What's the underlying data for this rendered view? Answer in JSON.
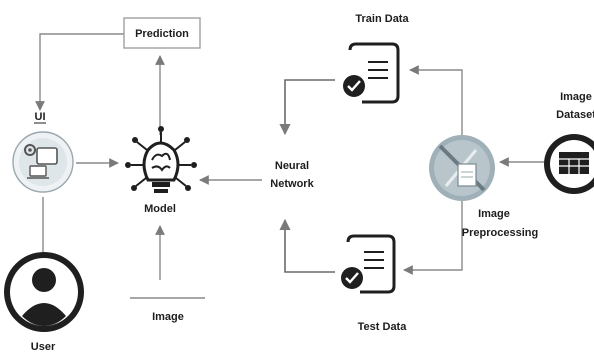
{
  "labels": {
    "prediction": "Prediction",
    "ui": "UI",
    "user": "User",
    "model": "Model",
    "image": "Image",
    "neural_network_line1": "Neural",
    "neural_network_line2": "Network",
    "train_data": "Train Data",
    "test_data": "Test Data",
    "image_preprocessing_line1": "Image",
    "image_preprocessing_line2": "Preprocessing",
    "image_dataset_line1": "Image",
    "image_dataset_line2": "Dataset"
  },
  "icons": {
    "ui": "ui-devices-icon",
    "user": "user-avatar-icon",
    "model": "brain-bulb-icon",
    "train_data": "document-check-icon",
    "test_data": "document-check-icon",
    "image_preprocessing": "preprocessing-tools-icon",
    "image_dataset": "dataset-table-icon"
  },
  "colors": {
    "arrow": "#8a8a8a",
    "icon_dark": "#1f1f1f",
    "circle_light": "#c9d3d8",
    "preprocess_circle": "#9fb0b8"
  }
}
